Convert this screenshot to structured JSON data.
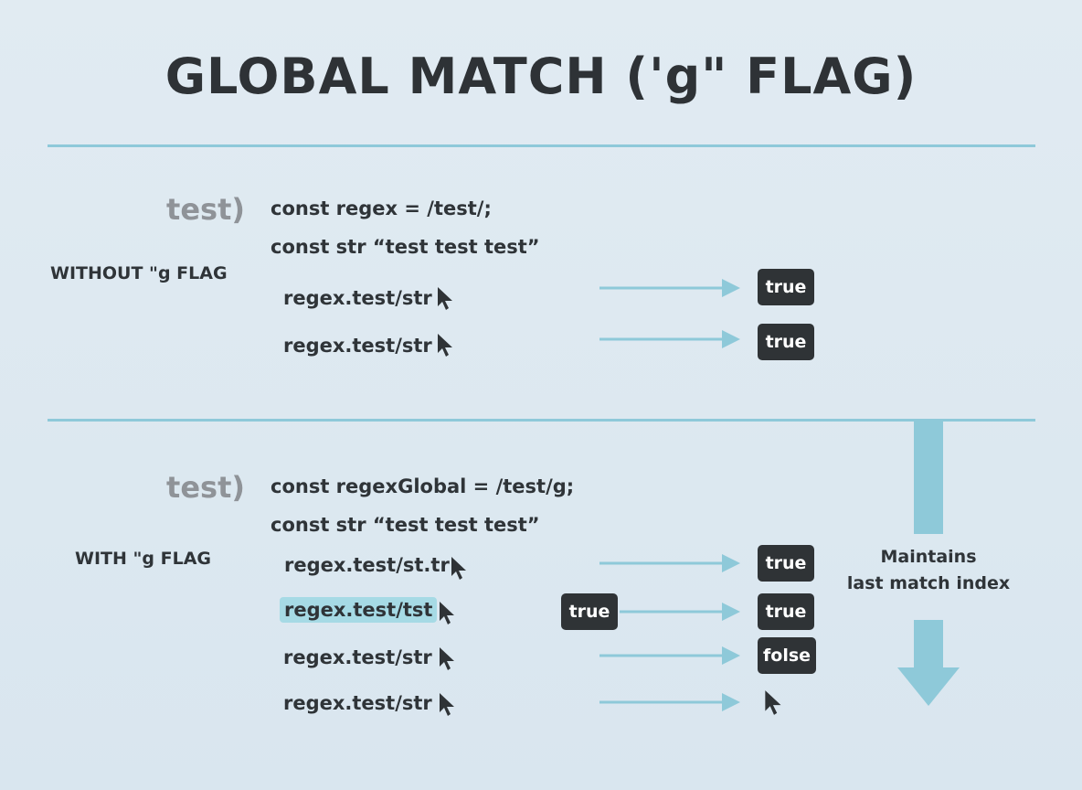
{
  "title": "GLOBAL MATCH ('g\" FLAG)",
  "colors": {
    "background": "#dde8f0",
    "accent": "#8ec9d9",
    "pill": "#2f3336",
    "highlight": "#a6dae5",
    "text": "#2f3438",
    "muted": "#8f9398"
  },
  "without": {
    "glyph_label": "test)",
    "label": "WITHOUT \"g FLAG",
    "code_lines": [
      "const regex = /test/;",
      "const str “test test test”"
    ],
    "calls": [
      {
        "text": "regex.test/str",
        "result": "true"
      },
      {
        "text": "regex.test/str",
        "result": "true"
      }
    ]
  },
  "with": {
    "glyph_label": "test)",
    "label": "WITH \"g FLAG",
    "code_lines": [
      "const regexGlobal = /test/g;",
      "const str “test test test”"
    ],
    "calls": [
      {
        "text": "regex.test/st.tr",
        "result": "true"
      },
      {
        "text": "regex.test/tst",
        "result": "true",
        "inline_result": "true",
        "highlighted": true
      },
      {
        "text": "regex.test/str",
        "result": "folse"
      },
      {
        "text": "regex.test/str",
        "result": null
      }
    ],
    "note": [
      "Maintains",
      "last match index"
    ]
  },
  "icons": {
    "cursor": "cursor-arrow-icon",
    "arrow": "right-arrow-icon",
    "down": "down-arrow-icon"
  }
}
